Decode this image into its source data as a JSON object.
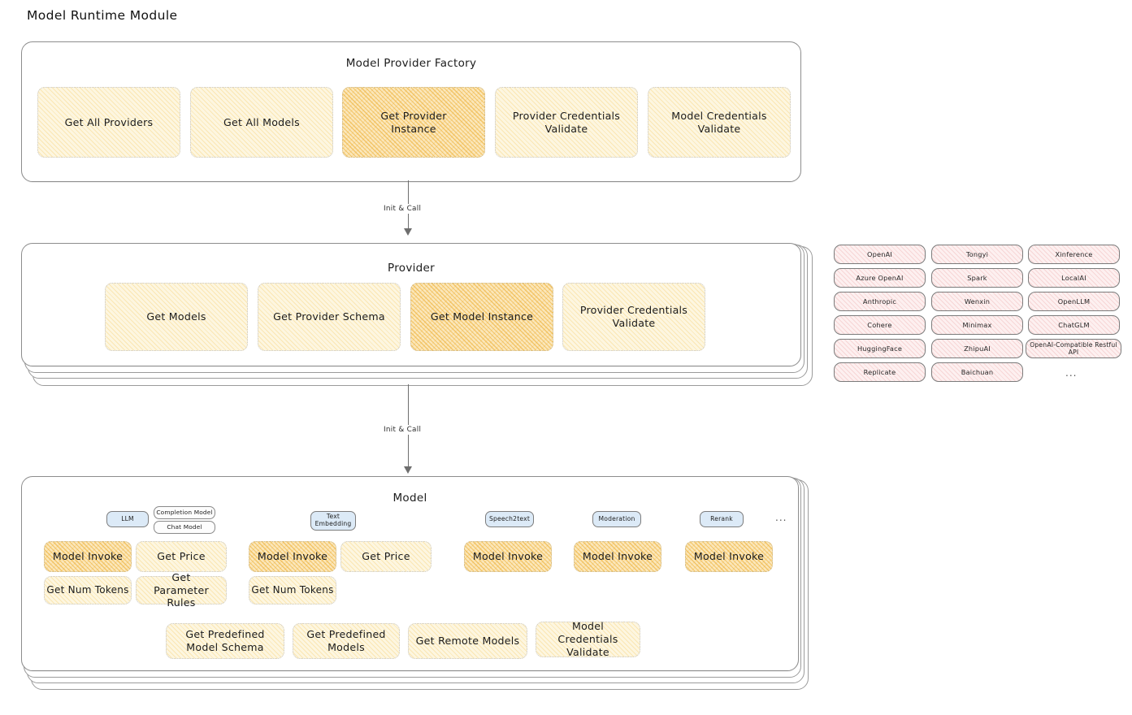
{
  "page": {
    "title": "Model Runtime Module"
  },
  "colors": {
    "highlight_fill": "#f5c87a",
    "normal_fill": "#fdf6e0",
    "provider_pill_fill": "#fdf0f0",
    "model_tag_fill": "#dceaf7",
    "panel_border": "#8d8d8d"
  },
  "arrows": [
    {
      "label": "Init & Call"
    },
    {
      "label": "Init & Call"
    }
  ],
  "factory": {
    "title": "Model Provider Factory",
    "items": [
      {
        "label": "Get All Providers",
        "highlight": false
      },
      {
        "label": "Get All Models",
        "highlight": false
      },
      {
        "label": "Get Provider Instance",
        "highlight": true
      },
      {
        "label": "Provider Credentials Validate",
        "highlight": false
      },
      {
        "label": "Model Credentials Validate",
        "highlight": false
      }
    ]
  },
  "provider": {
    "title": "Provider",
    "items": [
      {
        "label": "Get Models",
        "highlight": false
      },
      {
        "label": "Get Provider Schema",
        "highlight": false
      },
      {
        "label": "Get Model Instance",
        "highlight": true
      },
      {
        "label": "Provider Credentials Validate",
        "highlight": false
      }
    ]
  },
  "provider_list": {
    "columns": [
      [
        "OpenAI",
        "Azure OpenAI",
        "Anthropic",
        "Cohere",
        "HuggingFace",
        "Replicate"
      ],
      [
        "Tongyi",
        "Spark",
        "Wenxin",
        "Minimax",
        "ZhipuAI",
        "Baichuan"
      ],
      [
        "Xinference",
        "LocalAI",
        "OpenLLM",
        "ChatGLM",
        "OpenAI-Compatible Restful API"
      ]
    ],
    "more": "..."
  },
  "model": {
    "title": "Model",
    "more": "...",
    "groups": [
      {
        "tag": "LLM",
        "sub_tags": [
          "Completion Model",
          "Chat Model"
        ],
        "items": [
          {
            "label": "Model Invoke",
            "highlight": true
          },
          {
            "label": "Get Price",
            "highlight": false
          },
          {
            "label": "Get Num Tokens",
            "highlight": false
          },
          {
            "label": "Get Parameter Rules",
            "highlight": false
          }
        ]
      },
      {
        "tag": "Text Embedding",
        "sub_tags": [],
        "items": [
          {
            "label": "Model Invoke",
            "highlight": true
          },
          {
            "label": "Get Price",
            "highlight": false
          },
          {
            "label": "Get Num Tokens",
            "highlight": false
          }
        ]
      },
      {
        "tag": "Speech2text",
        "sub_tags": [],
        "items": [
          {
            "label": "Model Invoke",
            "highlight": true
          }
        ]
      },
      {
        "tag": "Moderation",
        "sub_tags": [],
        "items": [
          {
            "label": "Model Invoke",
            "highlight": true
          }
        ]
      },
      {
        "tag": "Rerank",
        "sub_tags": [],
        "items": [
          {
            "label": "Model Invoke",
            "highlight": true
          }
        ]
      }
    ],
    "common_items": [
      {
        "label": "Get Predefined Model Schema"
      },
      {
        "label": "Get Predefined Models"
      },
      {
        "label": "Get Remote Models"
      },
      {
        "label": "Model Credentials Validate"
      }
    ]
  }
}
